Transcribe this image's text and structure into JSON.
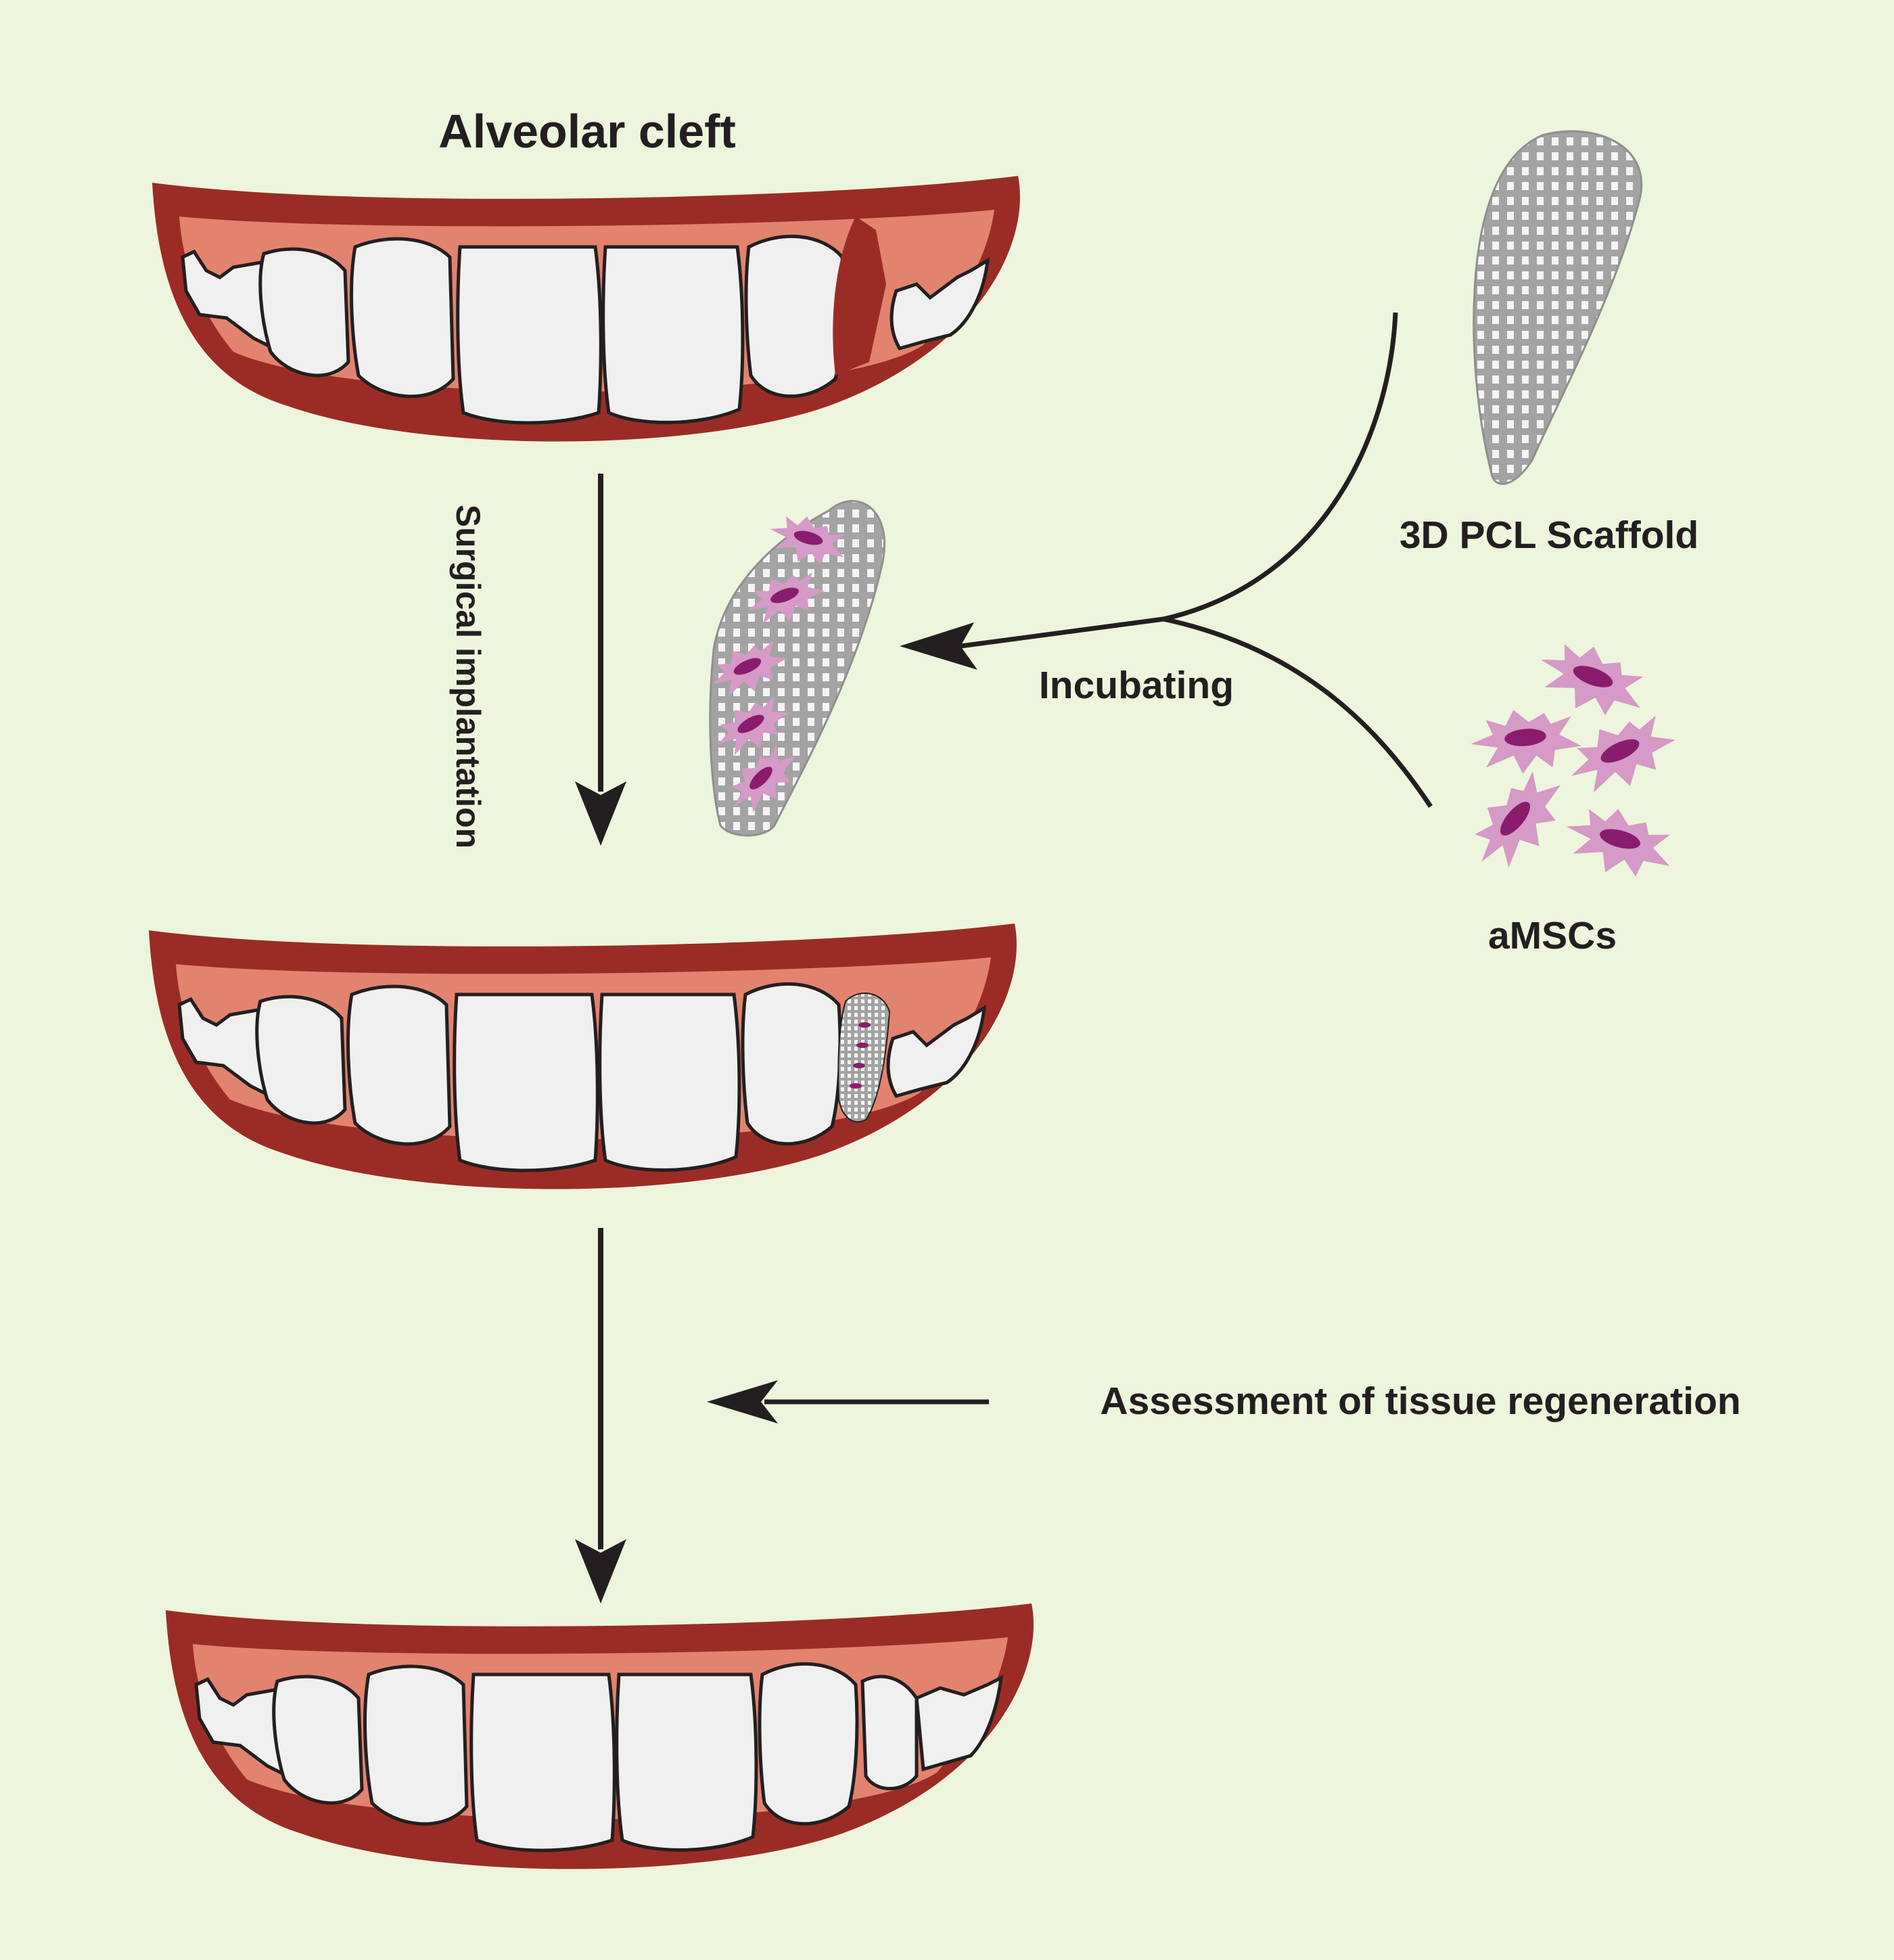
{
  "title": "Alveolar cleft",
  "labels": {
    "surgical": "Surgical implantation",
    "incubating": "Incubating",
    "scaffold": "3D PCL Scaffold",
    "cells": "aMSCs",
    "assessment": "Assessment of tissue regeneration"
  },
  "colors": {
    "background": "#edf5dc",
    "lip": "#9b2c25",
    "gum": "#e2836f",
    "tooth": "#f0f0f0",
    "outline": "#231f20",
    "scaffold": "#a3a3a3",
    "cell_body": "#d59ac6",
    "cell_nucleus": "#8a1c6d"
  }
}
